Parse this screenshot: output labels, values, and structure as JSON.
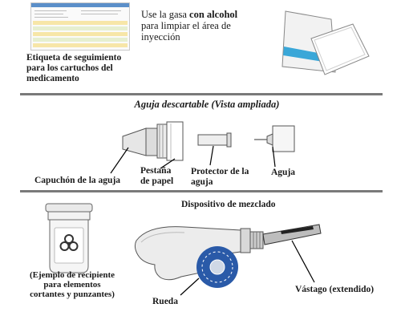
{
  "top": {
    "tracking_label": "Etiqueta de seguimiento para los cartuchos del medicamento",
    "alcohol_text_prefix": "Use la gasa ",
    "alcohol_text_bold": "con alcohol",
    "alcohol_text_suffix": " para limpiar el área de inyección"
  },
  "needle_section": {
    "title": "Aguja descartable (Vista ampliada)",
    "labels": {
      "cap": "Capuchón de la aguja",
      "tab": "Pestaña de papel",
      "protector": "Protector de la aguja",
      "needle": "Aguja"
    }
  },
  "bottom": {
    "container_label": "(Ejemplo de recipiente para elementos cortantes y punzantes)",
    "device_title": "Dispositivo de mezclado",
    "wheel_label": "Rueda",
    "rod_label": "Vástago (extendido)"
  },
  "colors": {
    "device_blue": "#2a5aa8",
    "gauze_blue": "#3aa7d8",
    "divider": "#7a7a7a",
    "card_header": "#5b8fc9"
  },
  "icons": [
    "biohazard-icon"
  ]
}
